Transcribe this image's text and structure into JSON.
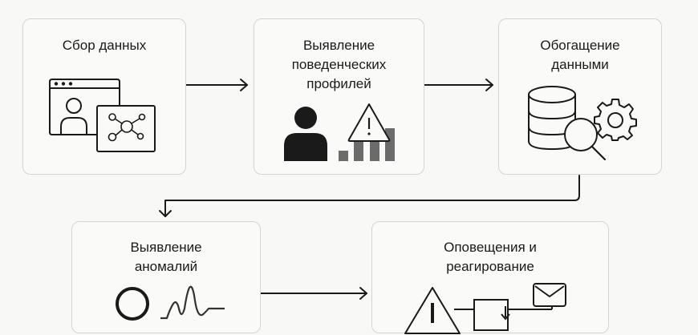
{
  "diagram": {
    "steps": [
      {
        "id": "collect",
        "title": "Сбор данных",
        "icons": [
          "browser-window-icon",
          "user-profile-icon",
          "network-graph-icon"
        ]
      },
      {
        "id": "profiles",
        "title": "Выявление\nповеденческих\nпрофилей",
        "icons": [
          "user-silhouette-icon",
          "warning-triangle-icon",
          "bar-chart-icon"
        ]
      },
      {
        "id": "enrich",
        "title": "Обогащение\nданными",
        "icons": [
          "database-icon",
          "magnifier-icon",
          "gear-icon"
        ]
      },
      {
        "id": "anomaly",
        "title": "Выявление\nаномалий",
        "icons": [
          "magnifier-icon",
          "signal-wave-icon"
        ]
      },
      {
        "id": "alerts",
        "title": "Оповещения и\nреагирование",
        "icons": [
          "warning-triangle-icon",
          "flow-box-icon",
          "envelope-icon"
        ]
      }
    ],
    "connections": [
      {
        "from": "collect",
        "to": "profiles"
      },
      {
        "from": "profiles",
        "to": "enrich"
      },
      {
        "from": "enrich",
        "to": "anomaly"
      },
      {
        "from": "anomaly",
        "to": "alerts"
      }
    ],
    "colors": {
      "background": "#f8f8f7",
      "card_border": "#d4d4d2",
      "ink": "#1a1a1a",
      "bar_gray": "#6b6b6b"
    }
  }
}
